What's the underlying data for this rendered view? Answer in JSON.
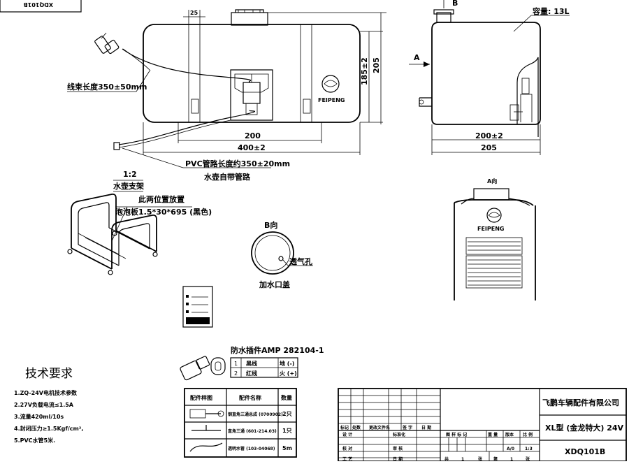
{
  "drawing_code_box": "XDQ101B",
  "front_view": {
    "dim_top": "25",
    "dim_height_inner": "185±2",
    "dim_height_outer": "205",
    "dim_width_inner": "200",
    "dim_width_outer": "400±2",
    "harness_label": "线束长度350±50mm",
    "pvc_label": "PVC管路长度约350±20mm",
    "pvc_note": "水壶自带管路",
    "brand": "FEIPENG"
  },
  "side_view": {
    "view_b": "B",
    "capacity": "容量: 13L",
    "view_a_marker": "A",
    "dim_width_inner": "200±2",
    "dim_width_outer": "205"
  },
  "bracket": {
    "scale": "1:2",
    "title": "水壶支架",
    "note_line1": "此两位置放置",
    "note_line2": "泡泡板1.5*30*695 (黑色)"
  },
  "view_b_detail": {
    "title": "B向",
    "vent_label": "透气孔",
    "cap_label": "加水口盖"
  },
  "view_a_detail": {
    "title": "A向",
    "brand": "FEIPENG"
  },
  "connector": {
    "title": "防水插件AMP 282104-1",
    "rows": [
      {
        "no": "1",
        "wire": "黑线",
        "fn": "地 (-)"
      },
      {
        "no": "2",
        "wire": "红线",
        "fn": "火 (+)"
      }
    ]
  },
  "parts_table": {
    "headers": [
      "配件样图",
      "配件名称",
      "数量"
    ],
    "rows": [
      {
        "name": "钢直角三通总成 (0700902)",
        "qty": "2只"
      },
      {
        "name": "直角三通 (601-214.03)",
        "qty": "1只"
      },
      {
        "name": "透明水管 (103-04068)",
        "qty": "5m"
      }
    ]
  },
  "tech_requirements": {
    "title": "技术要求",
    "items": [
      "1.ZQ-24V电机技术参数",
      "2.27V负载电流≤1.5A",
      "3.流量420ml/10s",
      "4.封闭压力≥1.5Kgf/cm²,",
      "5.PVC水管5米."
    ]
  },
  "title_block": {
    "company": "飞鹏车辆配件有限公司",
    "product": "XL型 (金龙特大) 24V",
    "code": "XDQ101B",
    "row_labels": [
      "标记",
      "处数",
      "更改文件名",
      "签 字",
      "日 期"
    ],
    "design": "设 计",
    "standard": "标准化",
    "check": "校 对",
    "review": "审 核",
    "process": "工 艺",
    "approve": "日 期",
    "stage_header": "图 样 标 记",
    "weight_header": "重 量",
    "version_header": "版本",
    "ratio_header": "比 例",
    "version": "A/0",
    "ratio": "1:3",
    "total": "共",
    "total_n": "1",
    "sheet_word": "张",
    "sheet": "第",
    "sheet_n": "1"
  }
}
